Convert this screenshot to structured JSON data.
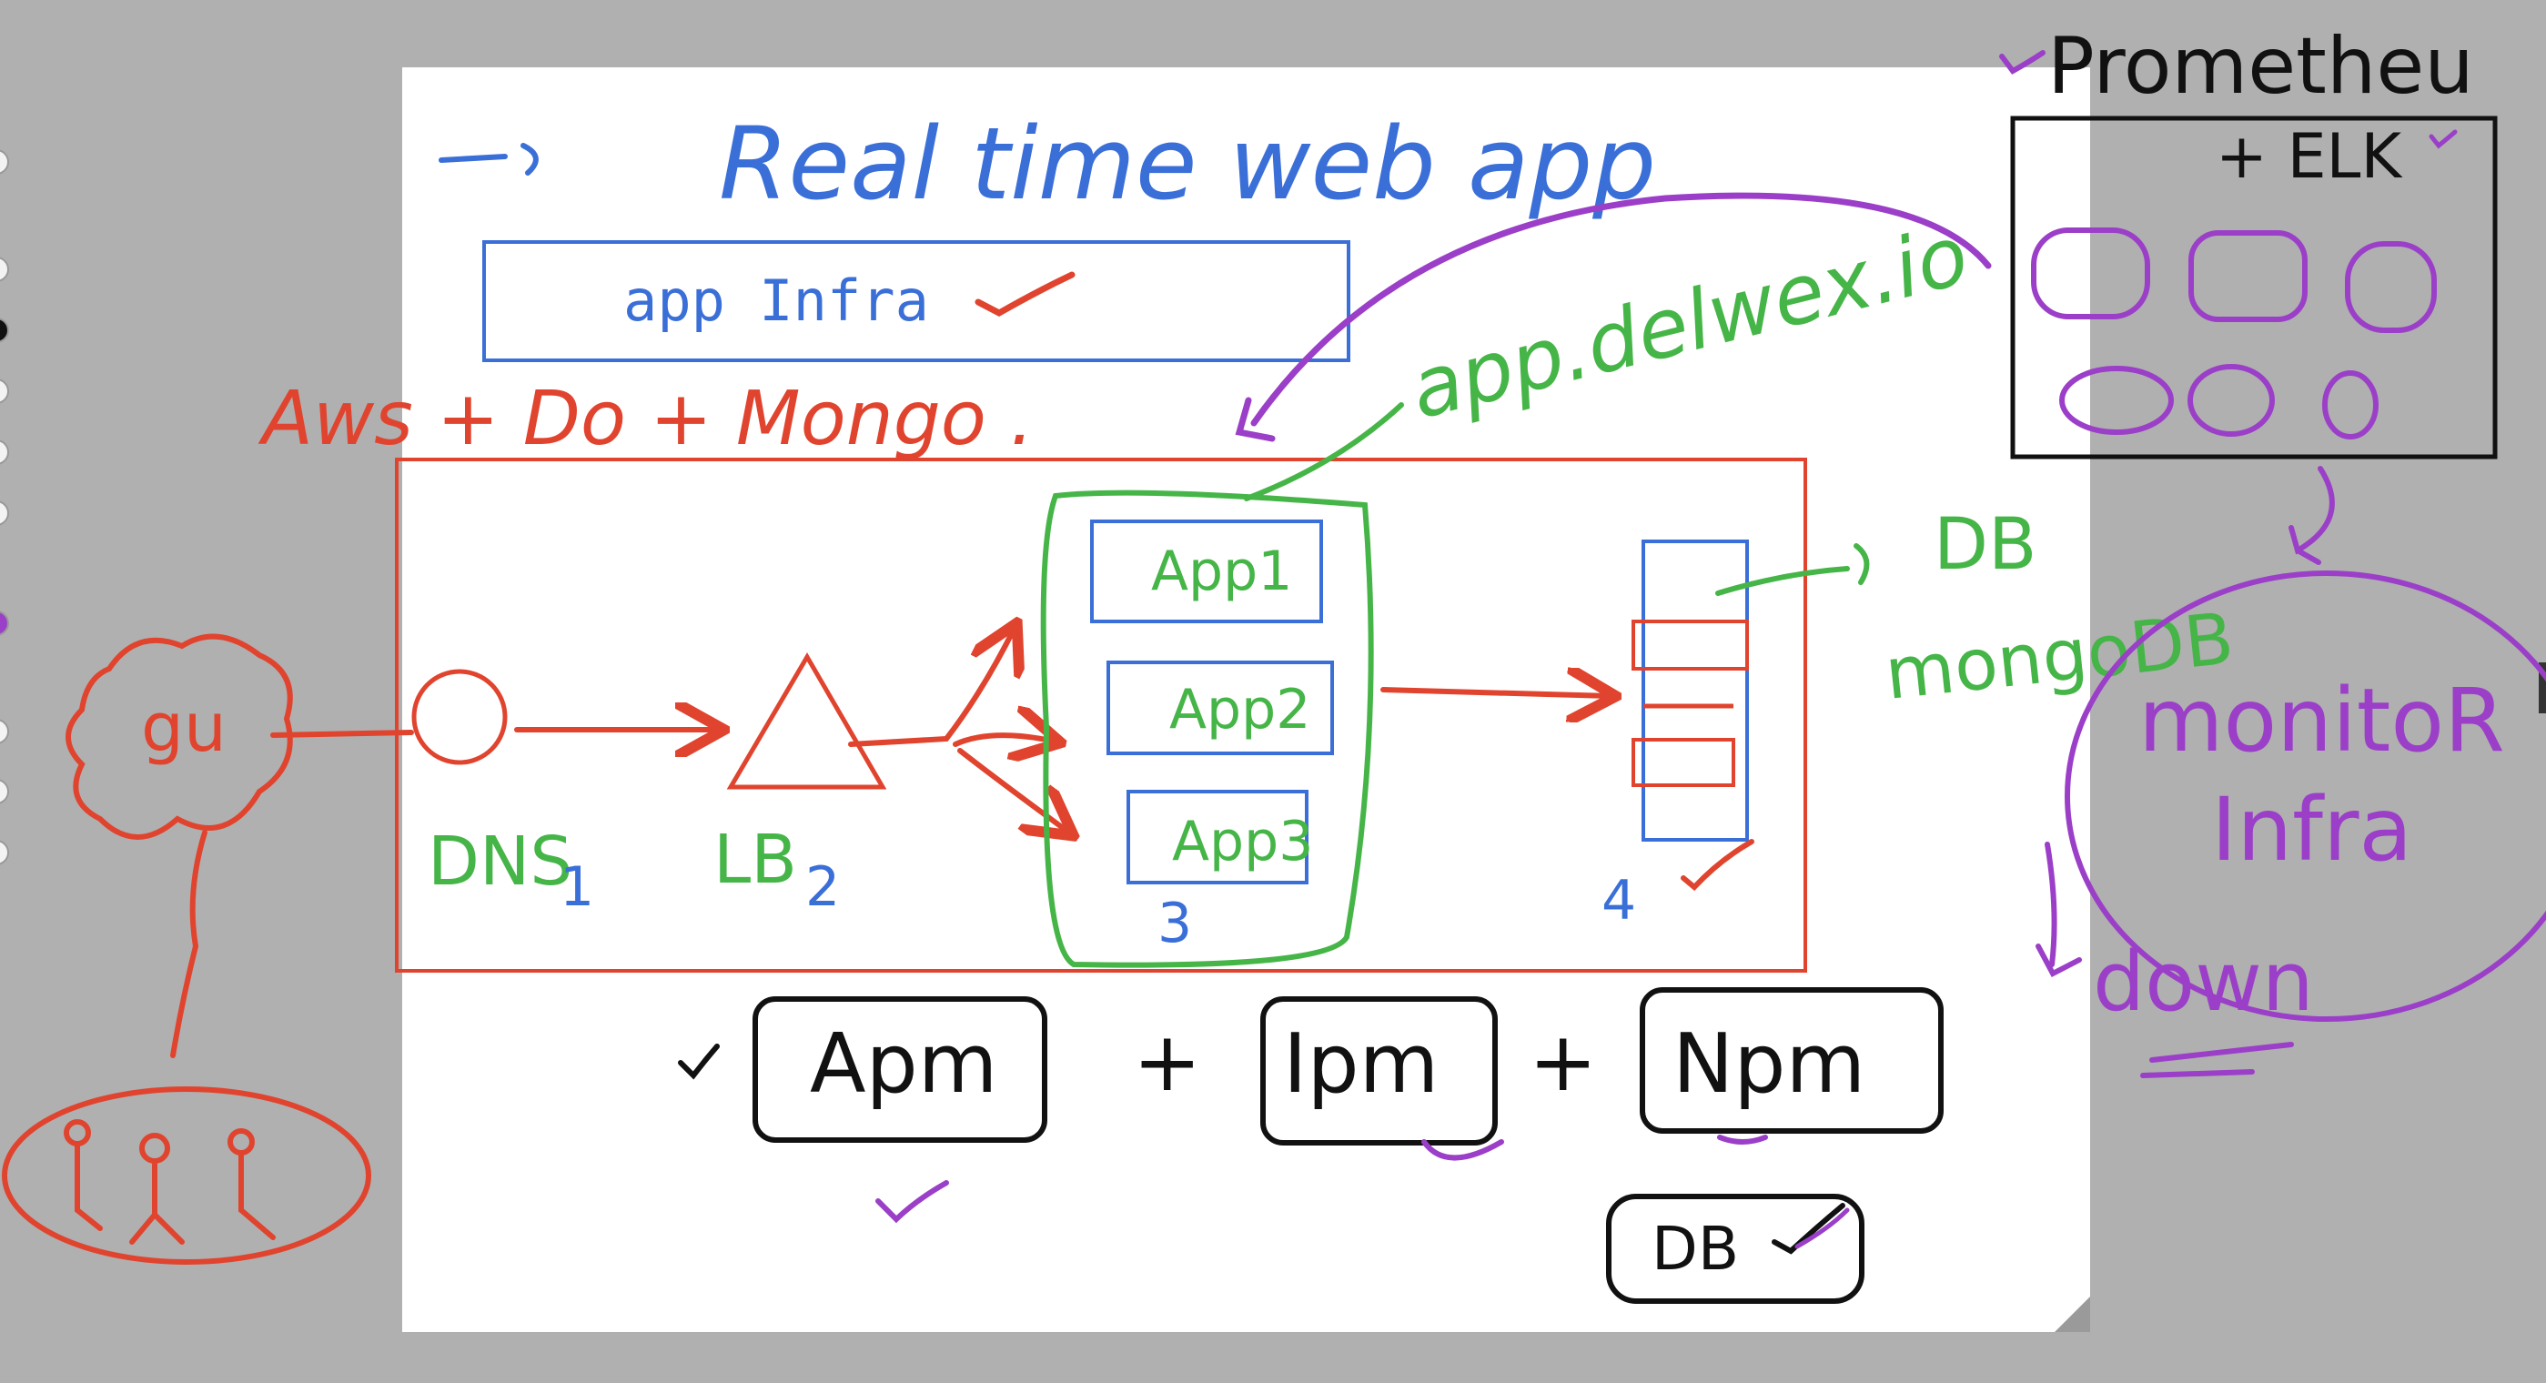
{
  "colors": {
    "canvas_background": "#b0b0b0",
    "page": "#ffffff",
    "blue": "#3b6fd8",
    "red": "#e0442e",
    "green": "#46b548",
    "purple": "#9b3fc8",
    "black": "#111111"
  },
  "title": "Real time   web app",
  "app_infra_box": {
    "label": "app Infra"
  },
  "providers_label": "Aws + Do + Mongo .",
  "domain_label": "app.delwex.io",
  "client_label": "gu",
  "components": {
    "dns": {
      "label": "DNS",
      "number": "1"
    },
    "lb": {
      "label": "LB",
      "number": "2"
    },
    "apps": {
      "items": [
        "App1",
        "App2",
        "App3"
      ],
      "number": "3"
    },
    "db_stack": {
      "number": "4"
    }
  },
  "db_labels": {
    "db": "DB",
    "mongodb": "mongoDB"
  },
  "monitoring": {
    "tool_label": "Prometheu",
    "addon_label": "+ ELK",
    "monitor_label": "monitoR",
    "infra_label": "Infra",
    "down_label": "down"
  },
  "pm_row": {
    "items": [
      "Apm",
      "Ipm",
      "Npm"
    ],
    "db_box": "DB"
  },
  "icons": [
    "arrow-icon",
    "checkmark-icon",
    "user-icon",
    "cloud-icon",
    "triangle-icon",
    "circle-icon"
  ]
}
